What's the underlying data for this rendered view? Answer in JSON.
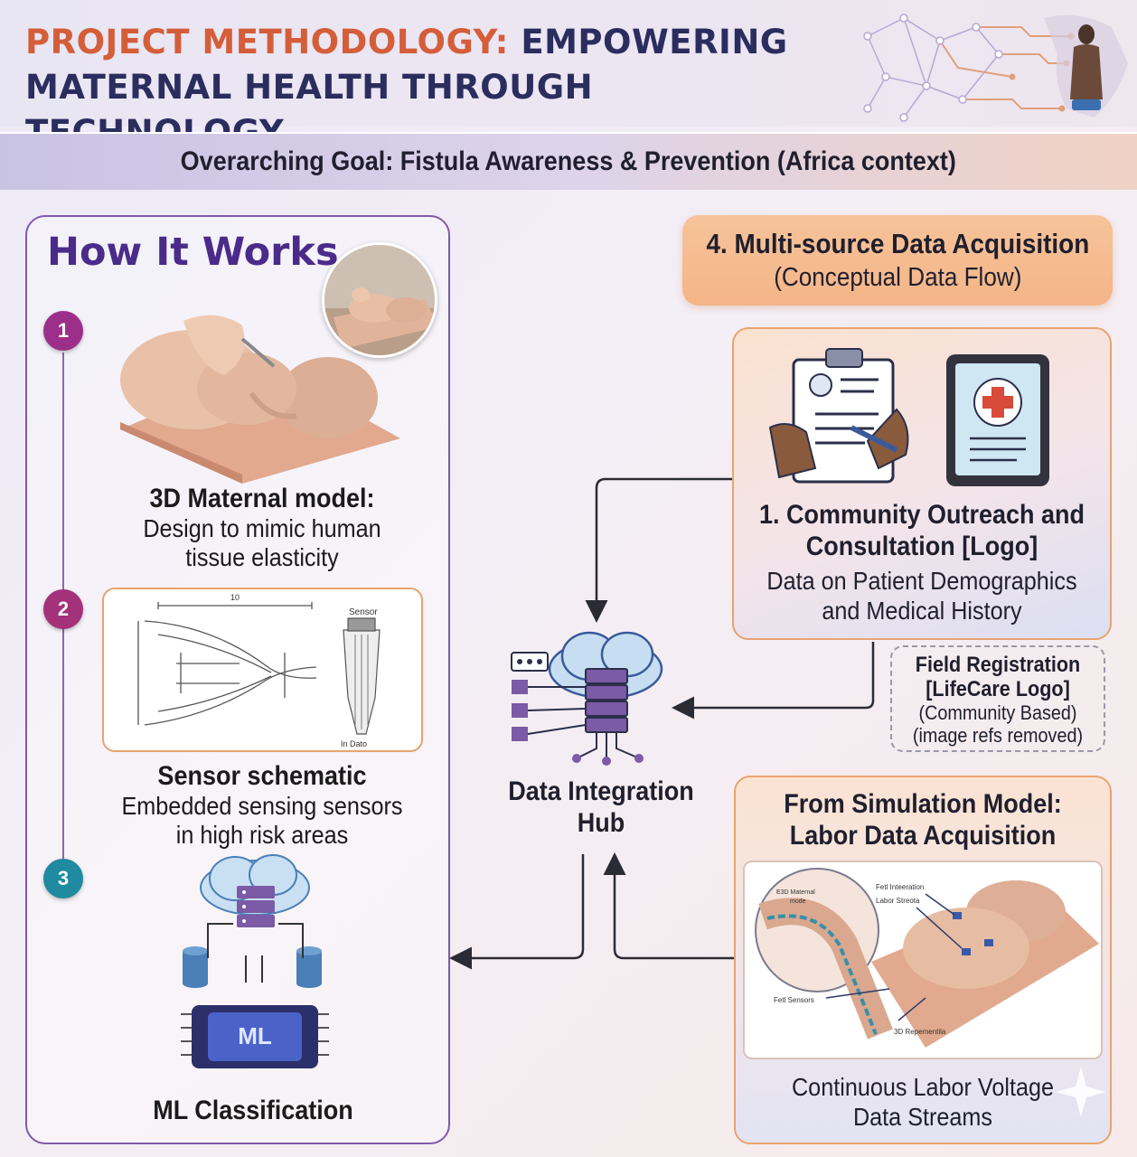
{
  "header": {
    "title_accent": "PROJECT METHODOLOGY:",
    "title_rest_line1": " EMPOWERING",
    "title_line2": "MATERNAL HEALTH THROUGH TECHNOLOGY"
  },
  "goal": {
    "text": "Overarching Goal: Fistula Awareness & Prevention (Africa context)"
  },
  "how_it_works": {
    "title": "How It Works",
    "steps": [
      {
        "number": "1",
        "title": "3D Maternal model:",
        "desc_line1": "Design to mimic human",
        "desc_line2": "tissue elasticity",
        "color": "#9c2f8a"
      },
      {
        "number": "2",
        "title": "Sensor schematic",
        "desc_line1": "Embedded sensing sensors",
        "desc_line2": "in high risk areas",
        "color": "#a3327a"
      },
      {
        "number": "3",
        "title": "ML Classification",
        "desc_line1": "",
        "desc_line2": "",
        "color": "#1f8aa0"
      }
    ],
    "schematic_labels": {
      "sensor": "Sensor",
      "in_data": "In Dato",
      "dim": "10"
    },
    "ml_chip_label": "ML"
  },
  "acquisition": {
    "title": "4. Multi-source Data Acquisition",
    "subtitle": "(Conceptual Data Flow)"
  },
  "outreach": {
    "title_line1": "1. Community Outreach and",
    "title_line2": "Consultation [Logo]",
    "desc_line1": "Data on Patient Demographics",
    "desc_line2": "and Medical History"
  },
  "field_registration": {
    "title_line1": "Field Registration",
    "title_line2": "[LifeCare Logo]",
    "sub_line1": "(Community Based)",
    "sub_line2": "(image refs removed)"
  },
  "hub": {
    "label_line1": "Data Integration",
    "label_line2": "Hub"
  },
  "simulation": {
    "title_line1": "From Simulation Model:",
    "title_line2": "Labor Data Acquisition",
    "foot_line1": "Continuous Labor Voltage",
    "foot_line2": "Data Streams",
    "labels": {
      "maternal": "E3D Maternal",
      "mode": "mode",
      "integration": "Fetl Inteeration",
      "streams": "Labor Streota",
      "sensors": "Fetl Sensors",
      "rep": "3D Repementila"
    }
  },
  "colors": {
    "accent_orange": "#d45e3a",
    "navy": "#2b2d5e",
    "purple": "#4a2b8a",
    "card_border": "#e8a36f"
  }
}
